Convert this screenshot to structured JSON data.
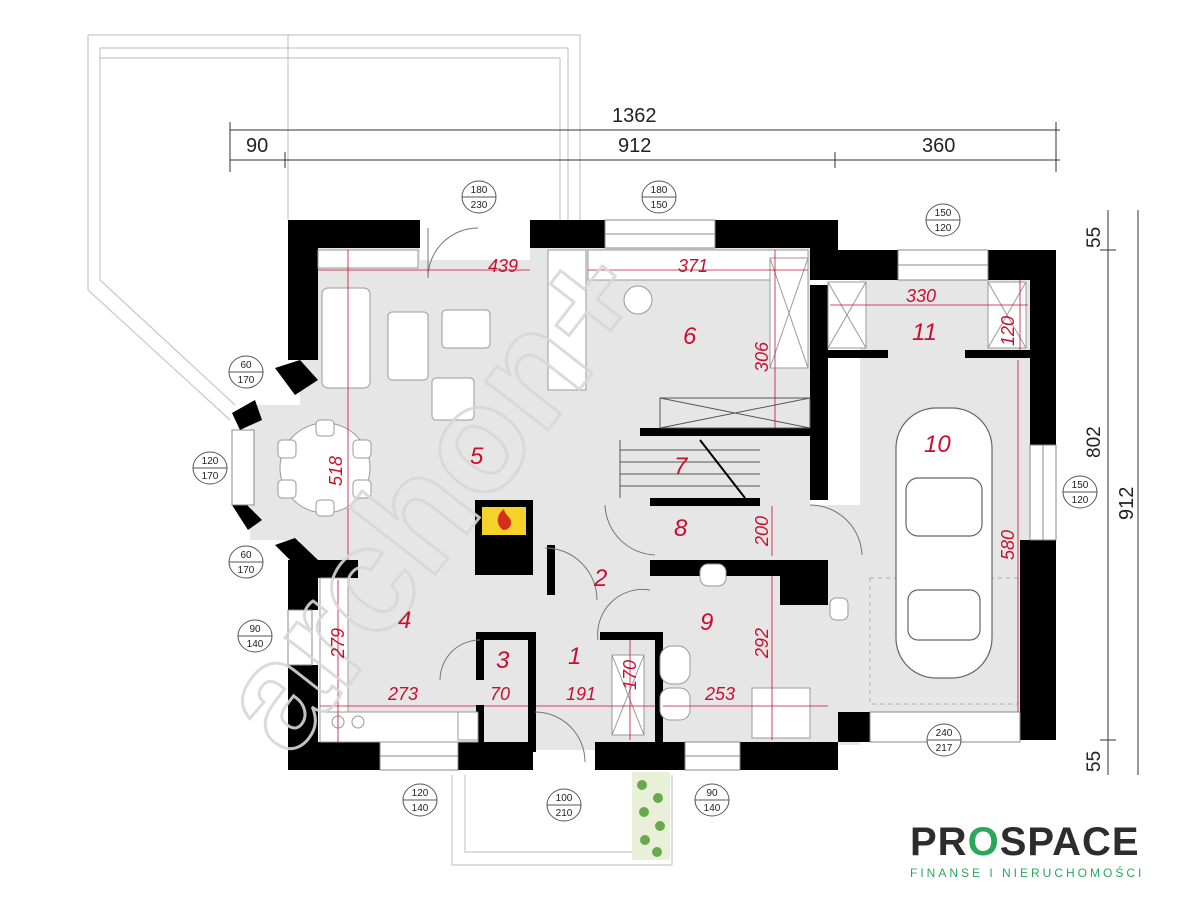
{
  "dimensions": {
    "overall_width": "1362",
    "segments": [
      "90",
      "912",
      "360"
    ],
    "overall_height": "912",
    "height_segments": [
      "55",
      "802",
      "55"
    ]
  },
  "rooms": [
    {
      "number": "1"
    },
    {
      "number": "2"
    },
    {
      "number": "3"
    },
    {
      "number": "4"
    },
    {
      "number": "5"
    },
    {
      "number": "6"
    },
    {
      "number": "7"
    },
    {
      "number": "8"
    },
    {
      "number": "9"
    },
    {
      "number": "10"
    },
    {
      "number": "11"
    }
  ],
  "inner_dimensions": [
    "439",
    "371",
    "330",
    "306",
    "120",
    "518",
    "279",
    "273",
    "70",
    "191",
    "170",
    "253",
    "292",
    "200",
    "580"
  ],
  "openings": [
    {
      "top": "180",
      "bottom": "230"
    },
    {
      "top": "180",
      "bottom": "150"
    },
    {
      "top": "150",
      "bottom": "120"
    },
    {
      "top": "60",
      "bottom": "170"
    },
    {
      "top": "120",
      "bottom": "170"
    },
    {
      "top": "60",
      "bottom": "170"
    },
    {
      "top": "90",
      "bottom": "140"
    },
    {
      "top": "150",
      "bottom": "120"
    },
    {
      "top": "120",
      "bottom": "140"
    },
    {
      "top": "100",
      "bottom": "210"
    },
    {
      "top": "90",
      "bottom": "140"
    },
    {
      "top": "240",
      "bottom": "217"
    }
  ],
  "logo": {
    "name_pre": "PR",
    "name_o": "O",
    "name_post": "SPACE",
    "tagline": "FINANSE I NIERUCHOMOŚCI"
  },
  "watermark": "archon+",
  "colors": {
    "wall": "#000000",
    "floor": "#e6e6e6",
    "room_number": "#c8102e",
    "brand_accent": "#2aa75c"
  }
}
